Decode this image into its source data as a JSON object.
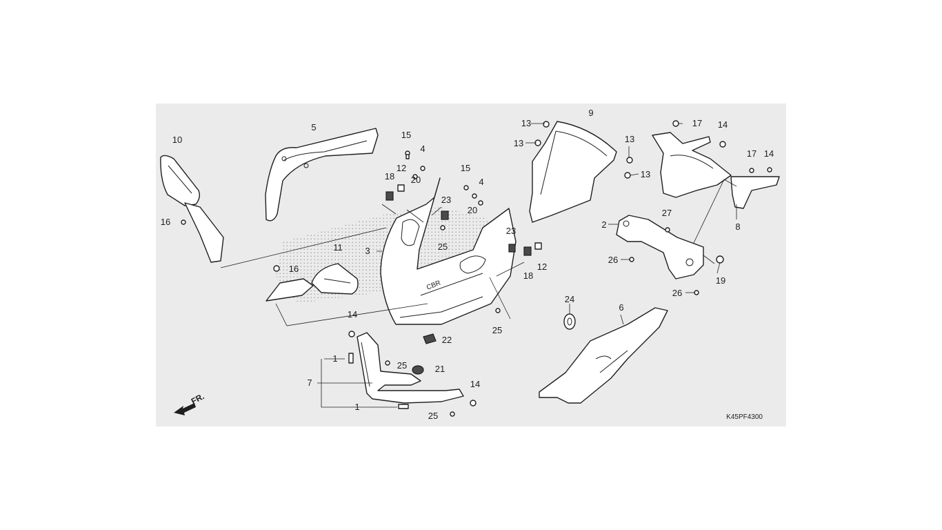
{
  "diagram_code": "K45PF4300",
  "direction_label": "FR.",
  "callouts": [
    {
      "id": "c10",
      "text": "10"
    },
    {
      "id": "c5",
      "text": "5"
    },
    {
      "id": "c16a",
      "text": "16"
    },
    {
      "id": "c16b",
      "text": "16"
    },
    {
      "id": "c11",
      "text": "11"
    },
    {
      "id": "c15a",
      "text": "15"
    },
    {
      "id": "c4a",
      "text": "4"
    },
    {
      "id": "c12a",
      "text": "12"
    },
    {
      "id": "c18a",
      "text": "18"
    },
    {
      "id": "c20a",
      "text": "20"
    },
    {
      "id": "c23a",
      "text": "23"
    },
    {
      "id": "c25a",
      "text": "25"
    },
    {
      "id": "c3",
      "text": "3"
    },
    {
      "id": "c15b",
      "text": "15"
    },
    {
      "id": "c4b",
      "text": "4"
    },
    {
      "id": "c20b",
      "text": "20"
    },
    {
      "id": "c23b",
      "text": "23"
    },
    {
      "id": "c12b",
      "text": "12"
    },
    {
      "id": "c18b",
      "text": "18"
    },
    {
      "id": "c25b",
      "text": "25"
    },
    {
      "id": "c22",
      "text": "22"
    },
    {
      "id": "c14a",
      "text": "14"
    },
    {
      "id": "c1a",
      "text": "1"
    },
    {
      "id": "c25c",
      "text": "25"
    },
    {
      "id": "c21",
      "text": "21"
    },
    {
      "id": "c7",
      "text": "7"
    },
    {
      "id": "c14b",
      "text": "14"
    },
    {
      "id": "c1b",
      "text": "1"
    },
    {
      "id": "c25d",
      "text": "25"
    },
    {
      "id": "c9",
      "text": "9"
    },
    {
      "id": "c13a",
      "text": "13"
    },
    {
      "id": "c13b",
      "text": "13"
    },
    {
      "id": "c13c",
      "text": "13"
    },
    {
      "id": "c13d",
      "text": "13"
    },
    {
      "id": "c17a",
      "text": "17"
    },
    {
      "id": "c14c",
      "text": "14"
    },
    {
      "id": "c17b",
      "text": "17"
    },
    {
      "id": "c14d",
      "text": "14"
    },
    {
      "id": "c8",
      "text": "8"
    },
    {
      "id": "c27",
      "text": "27"
    },
    {
      "id": "c2",
      "text": "2"
    },
    {
      "id": "c26a",
      "text": "26"
    },
    {
      "id": "c19",
      "text": "19"
    },
    {
      "id": "c26b",
      "text": "26"
    },
    {
      "id": "c24",
      "text": "24"
    },
    {
      "id": "c6",
      "text": "6"
    }
  ]
}
